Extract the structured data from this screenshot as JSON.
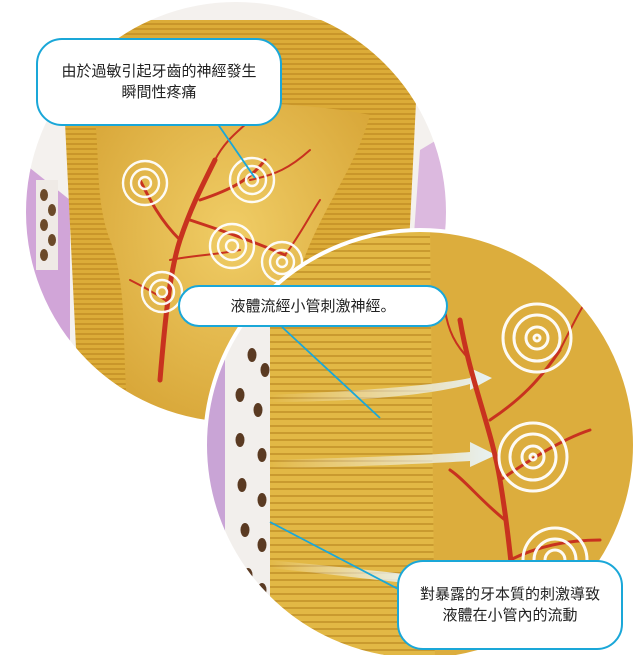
{
  "callouts": {
    "top": "由於過敏引起牙齒的神經發生瞬間性疼痛",
    "middle": "液體流經小管刺激神經。",
    "bottom": "對暴露的牙本質的刺激導致液體在小管內的流動"
  },
  "icons": [
    "nerve-pulse-ring",
    "flow-arrow",
    "tubule-opening"
  ],
  "colors": {
    "dentin": "#e0b53f",
    "nerve": "#c8321f",
    "callout_border": "#1aa7d8",
    "enamel": "#f3f0ee",
    "gum": "#b787c4"
  }
}
